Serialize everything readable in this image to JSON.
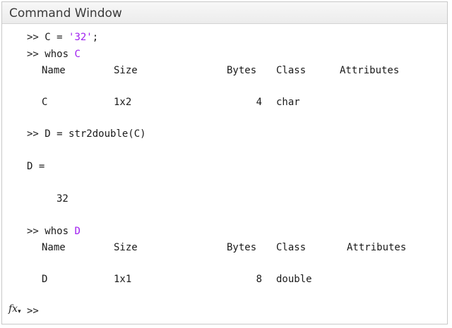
{
  "window": {
    "title": "Command Window"
  },
  "session": {
    "line1": {
      "prompt": ">> ",
      "code": "C = ",
      "string": "'32'",
      "end": ";"
    },
    "line2": {
      "prompt": ">> ",
      "cmd": "whos ",
      "arg": "C"
    },
    "whos_c_header": {
      "name": "Name",
      "size": "Size",
      "bytes": "Bytes",
      "class": "Class",
      "attributes": "Attributes"
    },
    "whos_c_row": {
      "name": "C",
      "size": "1x2",
      "bytes": "4",
      "class": "char"
    },
    "line3": {
      "prompt": ">> ",
      "code": "D = str2double(C)"
    },
    "output_label": "D =",
    "output_value": "32",
    "line4": {
      "prompt": ">> ",
      "cmd": "whos ",
      "arg": "D"
    },
    "whos_d_header": {
      "name": "Name",
      "size": "Size",
      "bytes": "Bytes",
      "class": "Class",
      "attributes": "Attributes"
    },
    "whos_d_row": {
      "name": "D",
      "size": "1x1",
      "bytes": "8",
      "class": "double"
    },
    "current_prompt": ">>"
  },
  "icons": {
    "fx": {
      "symbol": "fx",
      "chevron": "▾"
    }
  }
}
